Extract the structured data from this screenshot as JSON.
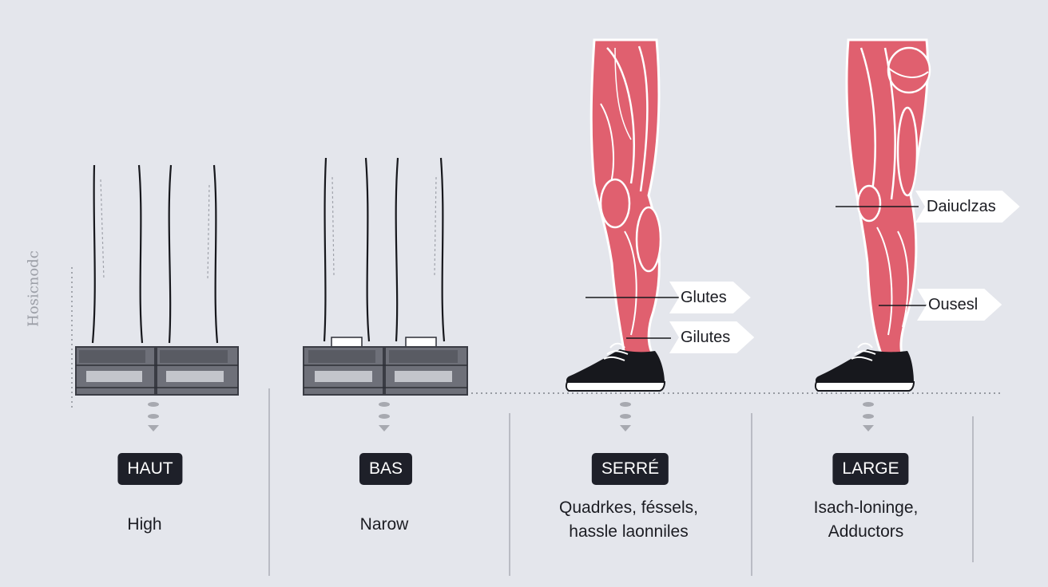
{
  "side_label": "Hosicnodc",
  "panels": [
    {
      "badge": "HAUT",
      "caption": [
        "High"
      ]
    },
    {
      "badge": "BAS",
      "caption": [
        "Narow"
      ]
    },
    {
      "badge": "SERRÉ",
      "caption": [
        "Quadrkes, féssels,",
        "hassle laonniles"
      ]
    },
    {
      "badge": "LARGE",
      "caption": [
        "Isach-loninge,",
        "Adductors"
      ]
    }
  ],
  "callouts": {
    "narrow_upper": "Glutes",
    "narrow_lower": "Gilutes",
    "wide_upper": "Daiuclzas",
    "wide_lower": "Ousesl"
  },
  "colors": {
    "background": "#e4e6ec",
    "badge": "#1e2029",
    "muscle": "#e0606f",
    "shoe": "#17181d",
    "platform": "#6e7079"
  }
}
